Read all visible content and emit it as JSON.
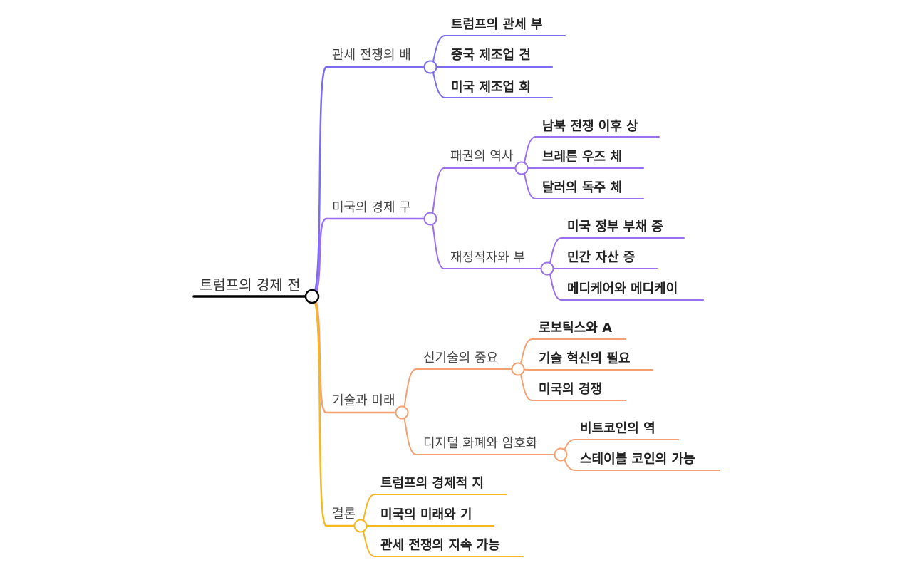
{
  "colors": {
    "purple": "#7b6cf0",
    "violet": "#9a6ff0",
    "orange": "#f5a070",
    "yellow": "#f5b820",
    "root": "#000000"
  },
  "root": {
    "label": "트럼프의 경제 전"
  },
  "branches": [
    {
      "label": "관세 전쟁의 배",
      "color": "purple",
      "children": [
        {
          "label": "트럼프의 관세 부"
        },
        {
          "label": "중국 제조업 견"
        },
        {
          "label": "미국 제조업 회"
        }
      ]
    },
    {
      "label": "미국의 경제 구",
      "color": "violet",
      "children": [
        {
          "label": "패권의 역사",
          "children": [
            {
              "label": "남북 전쟁 이후 상"
            },
            {
              "label": "브레튼 우즈 체"
            },
            {
              "label": "달러의 독주 체"
            }
          ]
        },
        {
          "label": "재정적자와 부",
          "children": [
            {
              "label": "미국 정부 부채 증"
            },
            {
              "label": "민간 자산 증"
            },
            {
              "label": "메디케어와 메디케이"
            }
          ]
        }
      ]
    },
    {
      "label": "기술과 미래",
      "color": "orange",
      "children": [
        {
          "label": "신기술의 중요",
          "children": [
            {
              "label": "로보틱스와 A"
            },
            {
              "label": "기술 혁신의 필요"
            },
            {
              "label": "미국의 경쟁"
            }
          ]
        },
        {
          "label": "디지털 화폐와 암호화",
          "children": [
            {
              "label": "비트코인의 역"
            },
            {
              "label": "스테이블 코인의 가능"
            }
          ]
        }
      ]
    },
    {
      "label": "결론",
      "color": "yellow",
      "children": [
        {
          "label": "트럼프의 경제적 지"
        },
        {
          "label": "미국의 미래와 기"
        },
        {
          "label": "관세 전쟁의 지속 가능"
        }
      ]
    }
  ]
}
